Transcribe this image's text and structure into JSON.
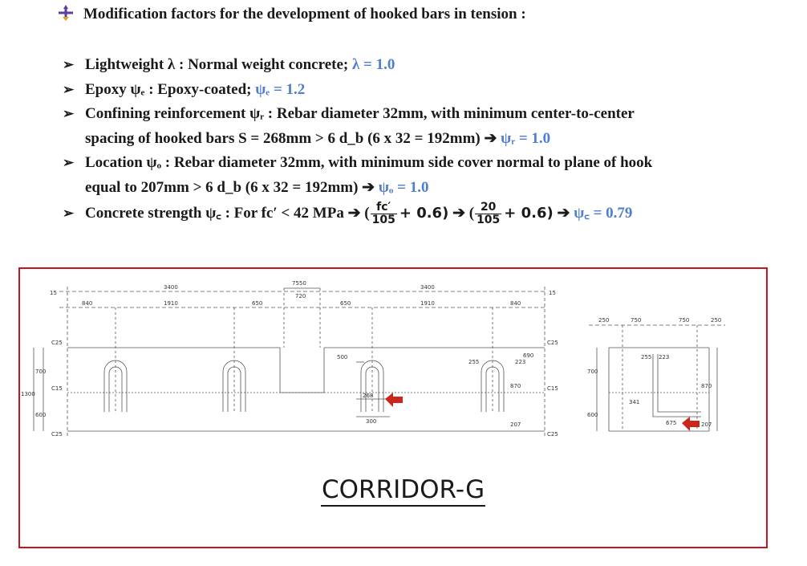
{
  "heading": "Modification factors for the development of hooked bars in tension :",
  "items": [
    {
      "label": "Lightweight λ : Normal weight concrete;",
      "value": "λ = 1.0"
    },
    {
      "label": "Epoxy ψₑ : Epoxy-coated;",
      "value": "ψₑ = 1.2"
    },
    {
      "line1": "Confining reinforcement ψᵣ : Rebar diameter 32mm, with minimum center-to-center",
      "line2": "spacing of hooked bars S = 268mm > 6 d_b  (6 x 32 = 192mm) ➔",
      "value": "ψᵣ = 1.0"
    },
    {
      "line1": "Location ψₒ : Rebar diameter 32mm, with minimum side cover normal to plane of hook",
      "line2": "equal to 207mm >  6 d_b  (6 x 32 = 192mm) ➔",
      "value": "ψₒ = 1.0"
    },
    {
      "label": "Concrete strength ψ꜀  : For fc′ < 42 MPa ➔ (",
      "frac1_num": "fc′",
      "frac1_den": "105",
      "add": "+ 0.6)",
      "mid": "➔ (",
      "frac2_num": "20",
      "frac2_den": "105",
      "end": "➔",
      "value": "ψ꜀ = 0.79"
    }
  ],
  "drawing": {
    "title": "CORRIDOR-G",
    "dims": {
      "d7550": "7550",
      "d720": "720",
      "d3400a": "3400",
      "d3400b": "3400",
      "d1910a": "1910",
      "d1910b": "1910",
      "d840a": "840",
      "d840b": "840",
      "d650a": "650",
      "d650b": "650",
      "d15a": "15",
      "d15b": "15",
      "d500": "500",
      "d690": "690",
      "d268": "268",
      "d300": "300",
      "d255": "255",
      "d223": "223",
      "d870": "870",
      "d207": "207",
      "c25a": "C25",
      "c25b": "C25",
      "c15a": "C15",
      "c15b": "C15",
      "c25c": "C25",
      "c25d": "C25",
      "v1300": "1300",
      "v700a": "700",
      "v600a": "600",
      "s250a": "250",
      "s750a": "750",
      "s750b": "750",
      "s250b": "250",
      "s700": "700",
      "s600": "600",
      "s255": "255",
      "s223": "223",
      "s870": "870",
      "s207": "207",
      "s341": "341",
      "s675": "675"
    }
  },
  "colors": {
    "accent_blue": "#4f7dd0",
    "frame_red": "#c4161c",
    "marker_red": "#c8281e"
  }
}
